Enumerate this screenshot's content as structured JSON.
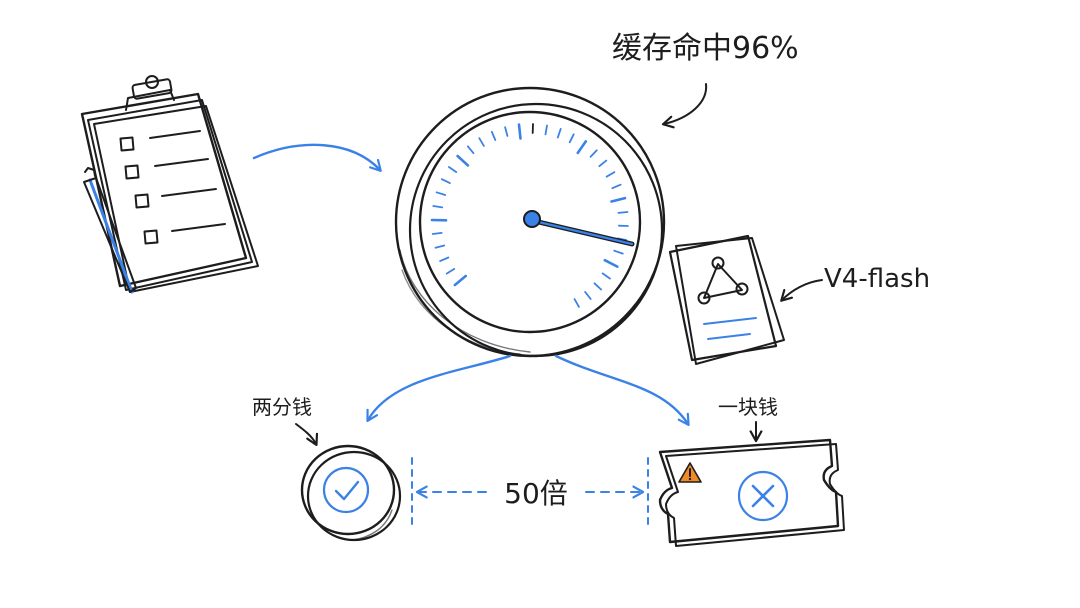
{
  "labels": {
    "cache_hit": "缓存命中96%",
    "model": "V4-flash",
    "cheap": "两分钱",
    "expensive": "一块钱",
    "ratio": "50倍"
  },
  "gauge": {
    "value_percent": 96
  },
  "icons": {
    "checklist": "clipboard-checklist-icon",
    "gauge": "speedometer-gauge-icon",
    "model_card": "model-card-icon",
    "coin": "coin-check-icon",
    "ticket": "ticket-cross-icon",
    "warning": "warning-icon"
  },
  "colors": {
    "accent": "#3b82e6",
    "ink": "#1d1d1f",
    "warning": "#f08a24"
  }
}
